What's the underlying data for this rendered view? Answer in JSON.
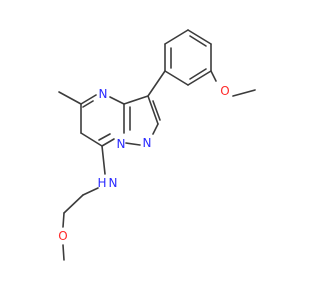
{
  "molecule": {
    "colors": {
      "carbon_bond": "#3c3c3c",
      "nitrogen": "#2a2aff",
      "oxygen": "#ff2a2a",
      "background": "#ffffff"
    },
    "atom_labels": {
      "n_ring_top": "N",
      "n_ring_bridge": "N",
      "n_pyrazole": "N",
      "nh_n": "N",
      "nh_h": "H",
      "o_methoxy_aryl": "O",
      "o_methoxy_chain": "O"
    }
  }
}
